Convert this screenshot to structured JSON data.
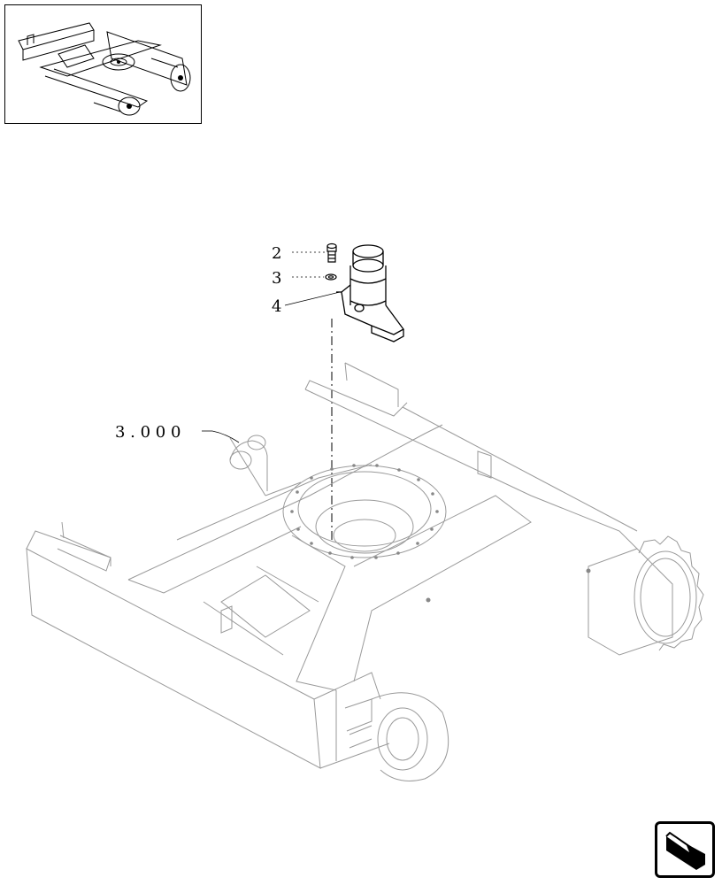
{
  "callouts": {
    "item_2": "2",
    "item_3": "3",
    "item_4": "4",
    "ref": "3 . 0 0 0"
  },
  "icons": {
    "nav": "next-page-arrow-icon"
  }
}
